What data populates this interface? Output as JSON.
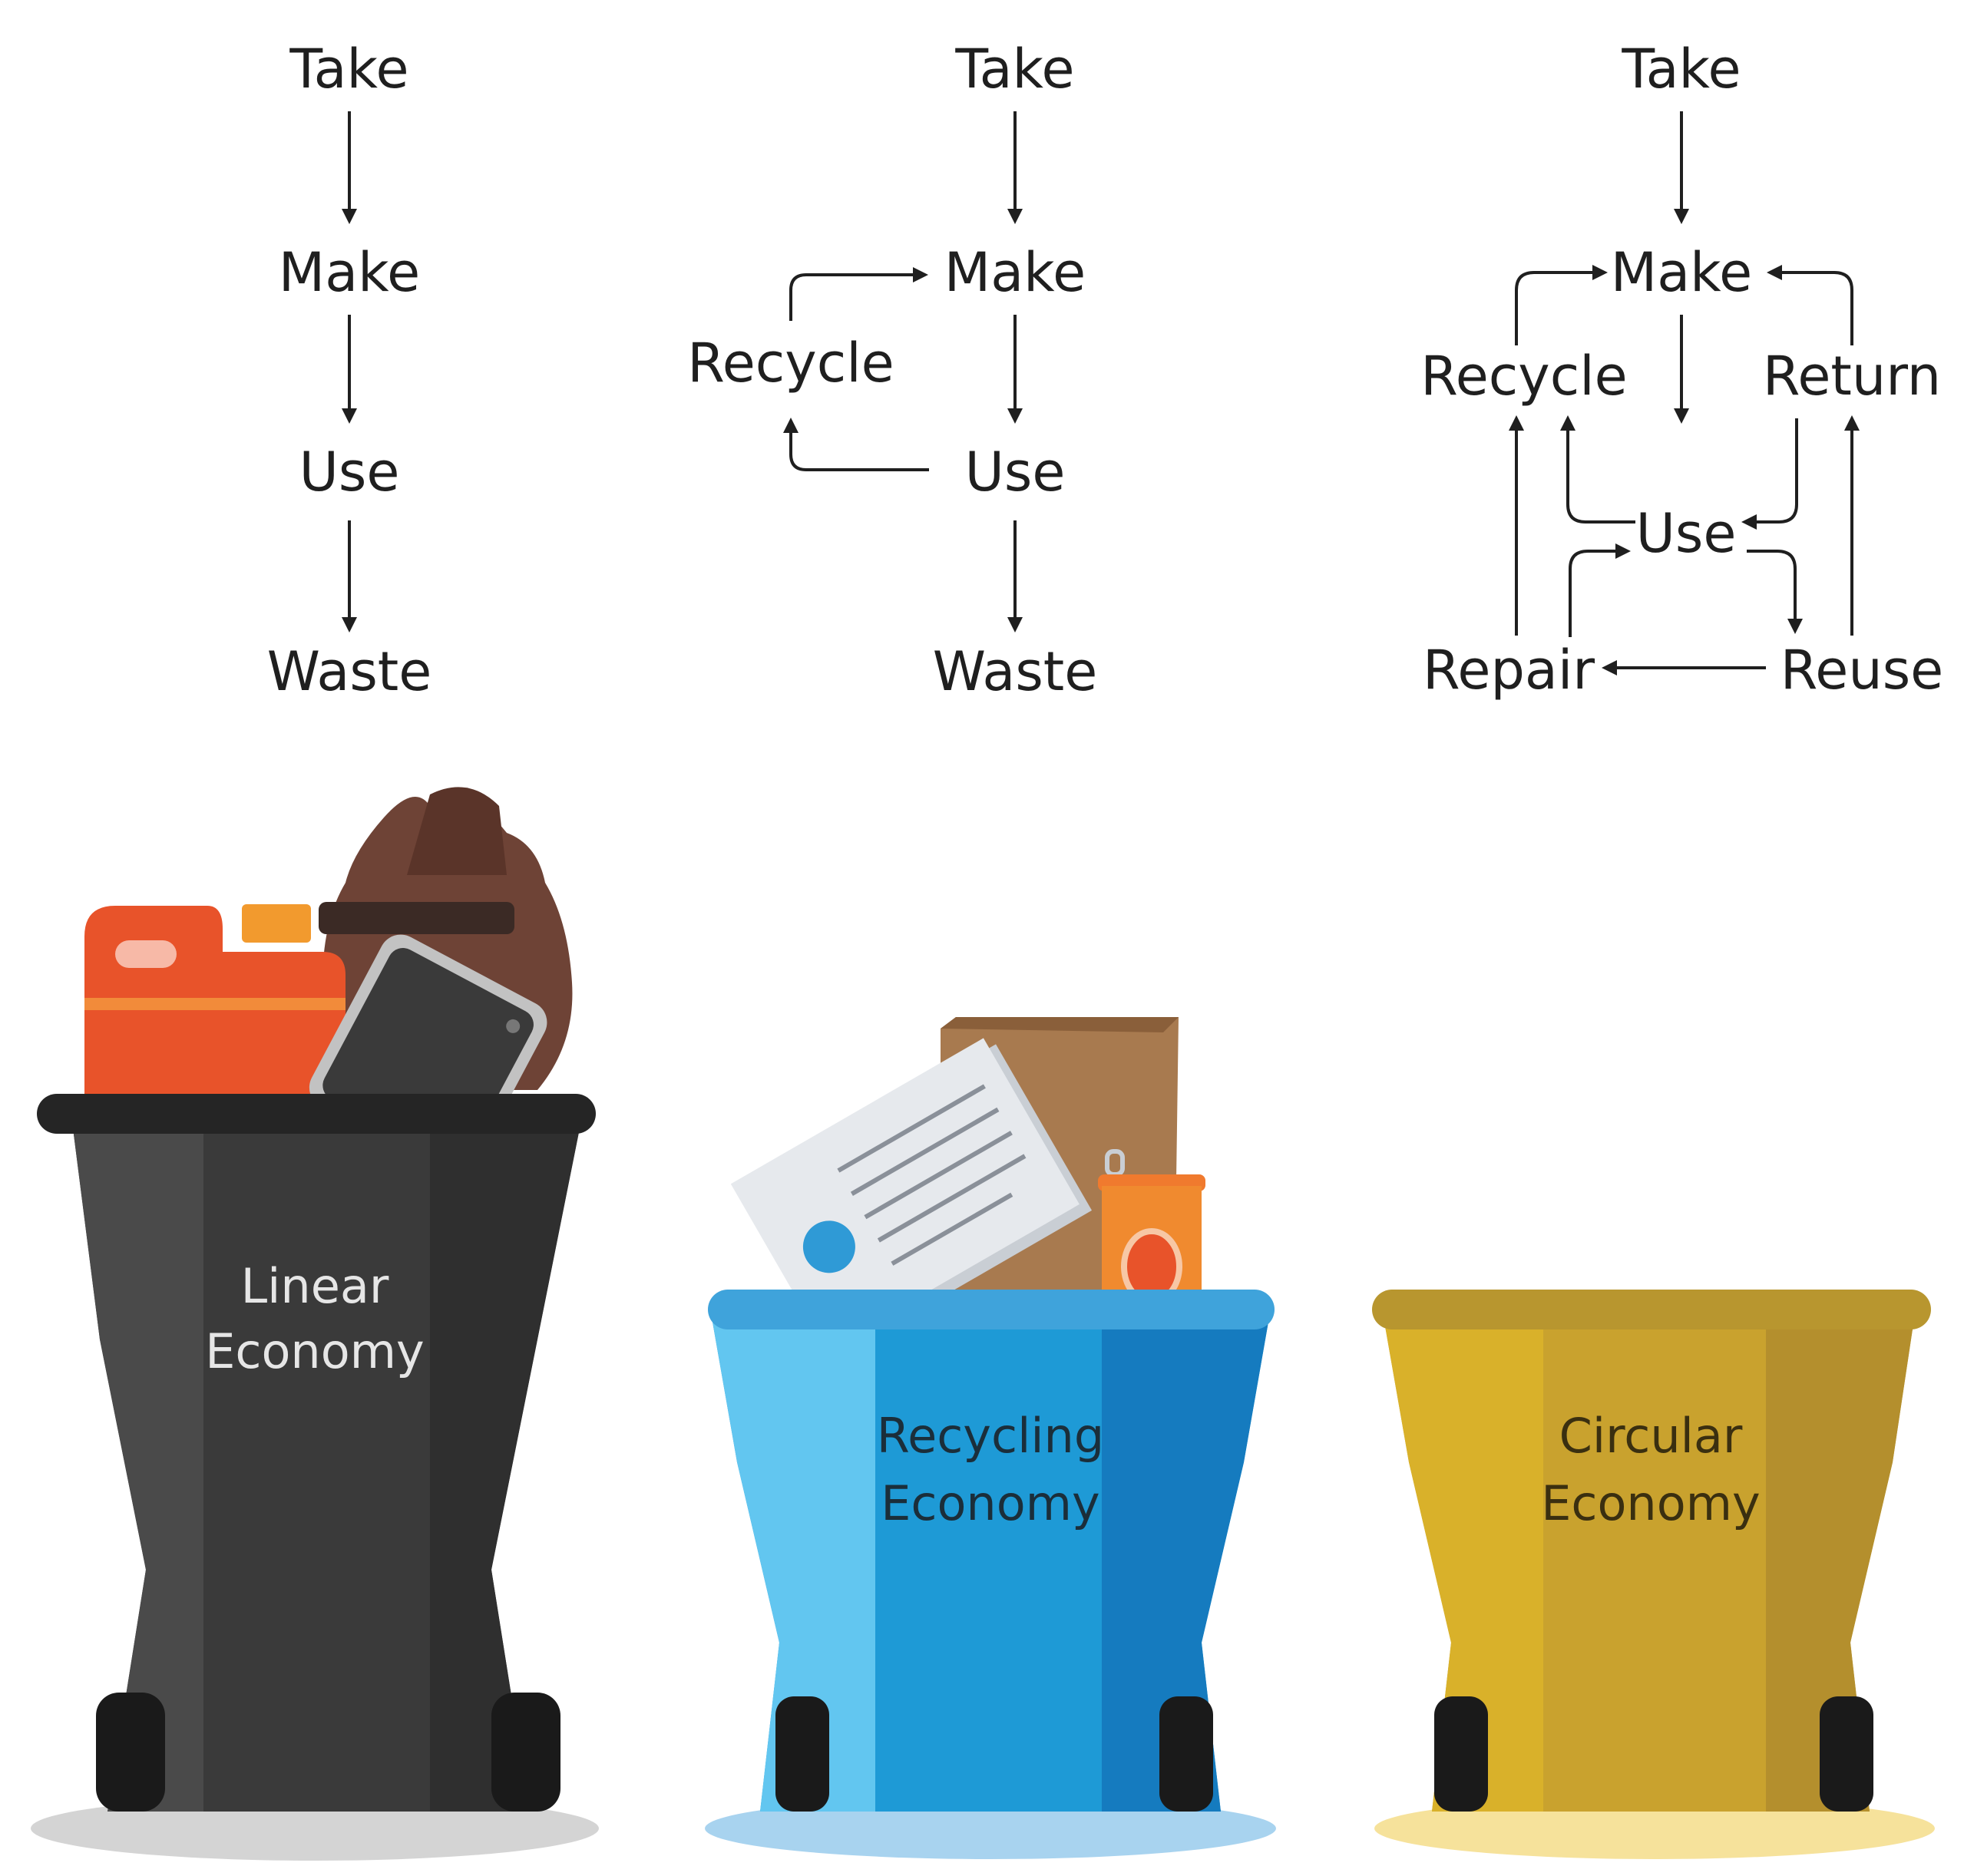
{
  "diagrams": {
    "linear": {
      "take": "Take",
      "make": "Make",
      "use": "Use",
      "waste": "Waste"
    },
    "recycling": {
      "take": "Take",
      "make": "Make",
      "recycle": "Recycle",
      "use": "Use",
      "waste": "Waste"
    },
    "circular": {
      "take": "Take",
      "make": "Make",
      "recycle": "Recycle",
      "return": "Return",
      "use": "Use",
      "repair": "Repair",
      "reuse": "Reuse"
    }
  },
  "bins": {
    "linear": {
      "line1": "Linear",
      "line2": "Economy",
      "label_color": "#e6e6e6",
      "body_color": "#3a3a3a"
    },
    "recycling": {
      "line1": "Recycling",
      "line2": "Economy",
      "label_color": "#1b2e3a",
      "body_color": "#1e9ad6"
    },
    "circular": {
      "line1": "Circular",
      "line2": "Economy",
      "label_color": "#3a2f10",
      "body_color": "#c9a22e"
    }
  },
  "colors": {
    "text": "#1f1f1f",
    "orange": "#e8532a",
    "brown": "#6e4336",
    "cardboard": "#a87a4f",
    "paper": "#dfe3e8",
    "dot_blue": "#2f9ad6"
  }
}
